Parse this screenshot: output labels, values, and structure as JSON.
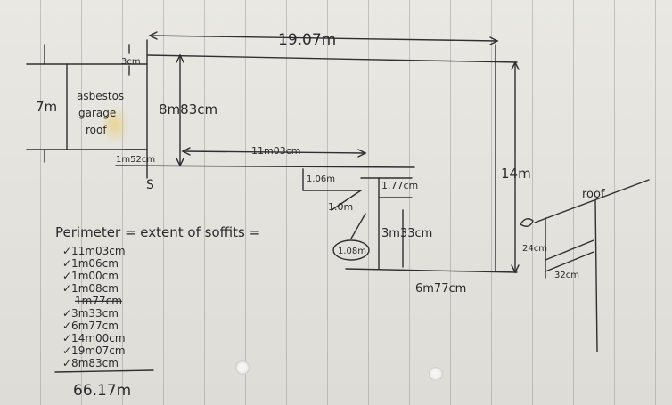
{
  "sketch": {
    "top_width": "19.07m",
    "left_height": "7m",
    "garage_label": [
      "asbestos",
      "garage",
      "roof"
    ],
    "small_top": "3cm",
    "inner_height": "8m83cm",
    "step_small": "1m52cm",
    "mid_width": "11m03cm",
    "right_height": "14m",
    "label_s": "S",
    "dim_106": "1.06m",
    "dim_177": "1.77cm",
    "dim_10": "1.0m",
    "dim_108": "1.08m",
    "dim_333": "3m33cm",
    "bottom_width": "6m77cm"
  },
  "perimeter": {
    "heading": "Perimeter = extent of soffits =",
    "items": [
      "✓11m03cm",
      "✓1m06cm",
      "✓1m00cm",
      "✓1m08cm",
      "1m77cm",
      "✓3m33cm",
      "✓6m77cm",
      "✓14m00cm",
      "✓19m07cm",
      "✓8m83cm"
    ],
    "total": "66.17m"
  },
  "detail": {
    "roof_label": "roof",
    "dim_24": "24cm",
    "dim_32": "32cm"
  }
}
